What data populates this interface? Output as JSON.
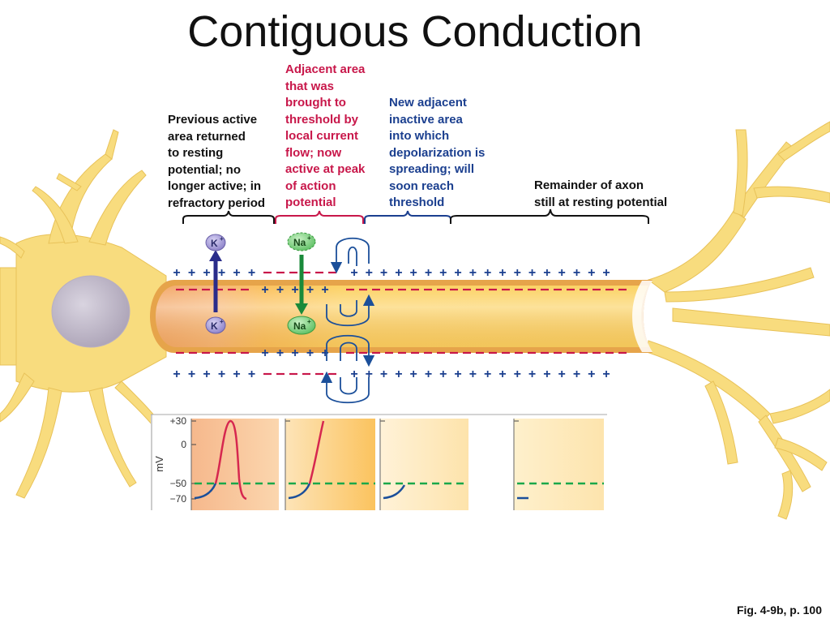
{
  "title": "Contiguous Conduction",
  "captions": {
    "previous_active": [
      "Previous active",
      "area returned",
      "to resting",
      "potential; no",
      "longer active; in",
      "refractory period"
    ],
    "adjacent_area": [
      "Adjacent area",
      "that was",
      "brought to",
      "threshold by",
      "local current",
      "flow; now",
      "active at peak",
      "of action",
      "potential"
    ],
    "new_adjacent": [
      "New adjacent",
      "inactive area",
      "into which",
      "depolarization is",
      "spreading; will",
      "soon reach",
      "threshold"
    ],
    "remainder": [
      "Remainder of axon",
      "still at resting potential"
    ]
  },
  "ions": {
    "k": "K",
    "na": "Na",
    "plus": "+"
  },
  "graph": {
    "axis_label": "mV",
    "ticks": [
      "+30",
      "0",
      "−50",
      "−70"
    ]
  },
  "figure_ref": "Fig. 4-9b, p. 100",
  "colors": {
    "positive": "#1b3f8f",
    "negative": "#c8174a",
    "threshold": "#1aa84a",
    "potassium": "#2a2c8a",
    "sodium": "#1a8a3a"
  }
}
